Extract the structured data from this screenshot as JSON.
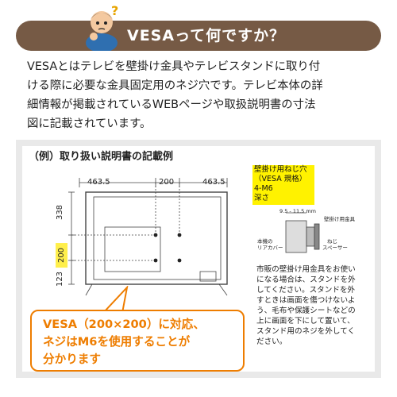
{
  "header": {
    "title": "VESAって何ですか？"
  },
  "intro": {
    "lines": [
      "VESAとはテレビを壁掛け金具やテレビスタンドに取り付",
      "ける際に必要な金具固定用のネジ穴です。テレビ本体の詳",
      "細情報が掲載されているWEBページや取扱説明書の寸法",
      "図に記載されています。"
    ]
  },
  "panel": {
    "title": "（例）取り扱い説明書の記載例",
    "dims": {
      "left_width": "463.5",
      "center_width": "200",
      "right_width": "463.5",
      "top_height": "338",
      "mid_height": "200",
      "bottom_height": "123"
    },
    "callout": {
      "lines": [
        "壁掛け用ねじ穴",
        "（VESA 規格）",
        "4-M6",
        "深さ"
      ]
    },
    "detail": {
      "depth": "9.5 - 11.5 mm",
      "bracket": "壁掛け用金具",
      "rear_cover": [
        "本機の",
        "リアカバー"
      ],
      "screw": "ねじ",
      "spacer": "スペーサー"
    },
    "note": {
      "lines": [
        "市販の壁掛け用金具をお使い",
        "になる場合は、スタンドを外",
        "してください。スタンドを外",
        "すときは画面を傷つけないよ",
        "う、毛布や保護シートなどの",
        "上に画面を下にして置いて、",
        "スタンド用のネジを外してく",
        "ださい。"
      ]
    }
  },
  "callout_orange": {
    "lines": [
      "VESA（200×200）に対応、",
      "ネジはM6を使用することが",
      "分かります"
    ]
  },
  "colors": {
    "brown": "#765a45",
    "orange": "#ee7d00",
    "yellow": "#fff200",
    "panel_bg": "#e9e9e9"
  }
}
